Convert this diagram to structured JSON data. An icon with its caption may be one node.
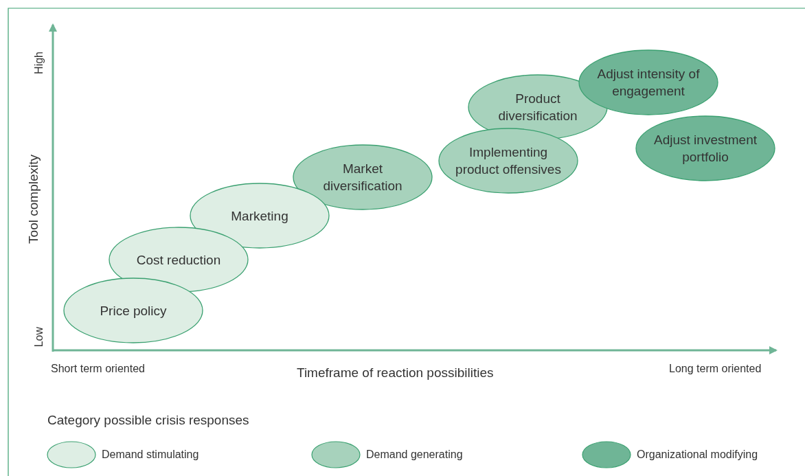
{
  "diagram": {
    "nodes": [
      {
        "text": [
          "Price policy"
        ]
      },
      {
        "text": [
          "Cost reduction"
        ]
      },
      {
        "text": [
          "Marketing"
        ]
      },
      {
        "text": [
          "Market diversification"
        ]
      },
      {
        "text": [
          "Product diversification"
        ]
      },
      {
        "text": [
          "Implementing product offensives"
        ]
      },
      {
        "text": [
          "Adjust intensity of engagement"
        ]
      },
      {
        "text": [
          "Adjust investment portfolio"
        ]
      }
    ],
    "labels": [
      "High",
      "Tool complexity",
      "Low",
      "Short term oriented",
      "Timeframe of reaction possibilities",
      "Long term oriented",
      "Category possible crisis responses"
    ],
    "legend": [
      {
        "text": "Demand stimulating",
        "color": "#deeee4"
      },
      {
        "text": "Demand generating",
        "color": "#a7d2bc"
      },
      {
        "text": "Organizational modifying",
        "color": "#6fb596"
      }
    ]
  }
}
